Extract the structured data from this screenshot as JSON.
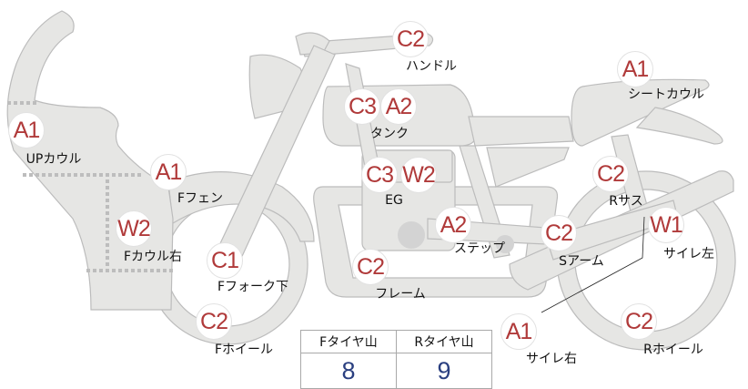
{
  "parts": [
    {
      "grade": "C2",
      "label": "ハンドル"
    },
    {
      "grade": "A1",
      "label": "シートカウル"
    },
    {
      "grade": "C3",
      "grade2": "A2",
      "label": "タンク"
    },
    {
      "grade": "A1",
      "label": "UPカウル"
    },
    {
      "grade": "A1",
      "label": "Fフェン"
    },
    {
      "grade": "C3",
      "grade2": "W2",
      "label": "EG"
    },
    {
      "grade": "C2",
      "label": "Rサス"
    },
    {
      "grade": "W2",
      "label": "Fカウル右"
    },
    {
      "grade": "A2",
      "label": "ステップ"
    },
    {
      "grade": "C2",
      "label": "Sアーム"
    },
    {
      "grade": "W1",
      "label": "サイレ左"
    },
    {
      "grade": "C1",
      "label": "Fフォーク下"
    },
    {
      "grade": "C2",
      "label": "フレーム"
    },
    {
      "grade": "C2",
      "label": "Fホイール"
    },
    {
      "grade": "A1",
      "label": "サイレ右"
    },
    {
      "grade": "C2",
      "label": "Rホイール"
    }
  ],
  "tire_table": {
    "headers": [
      "Fタイヤ山",
      "Rタイヤ山"
    ],
    "values": [
      "8",
      "9"
    ]
  },
  "colors": {
    "grade_text": "#b03a3a",
    "value_text": "#2a3f80",
    "part_fill": "#e6e6e4"
  }
}
